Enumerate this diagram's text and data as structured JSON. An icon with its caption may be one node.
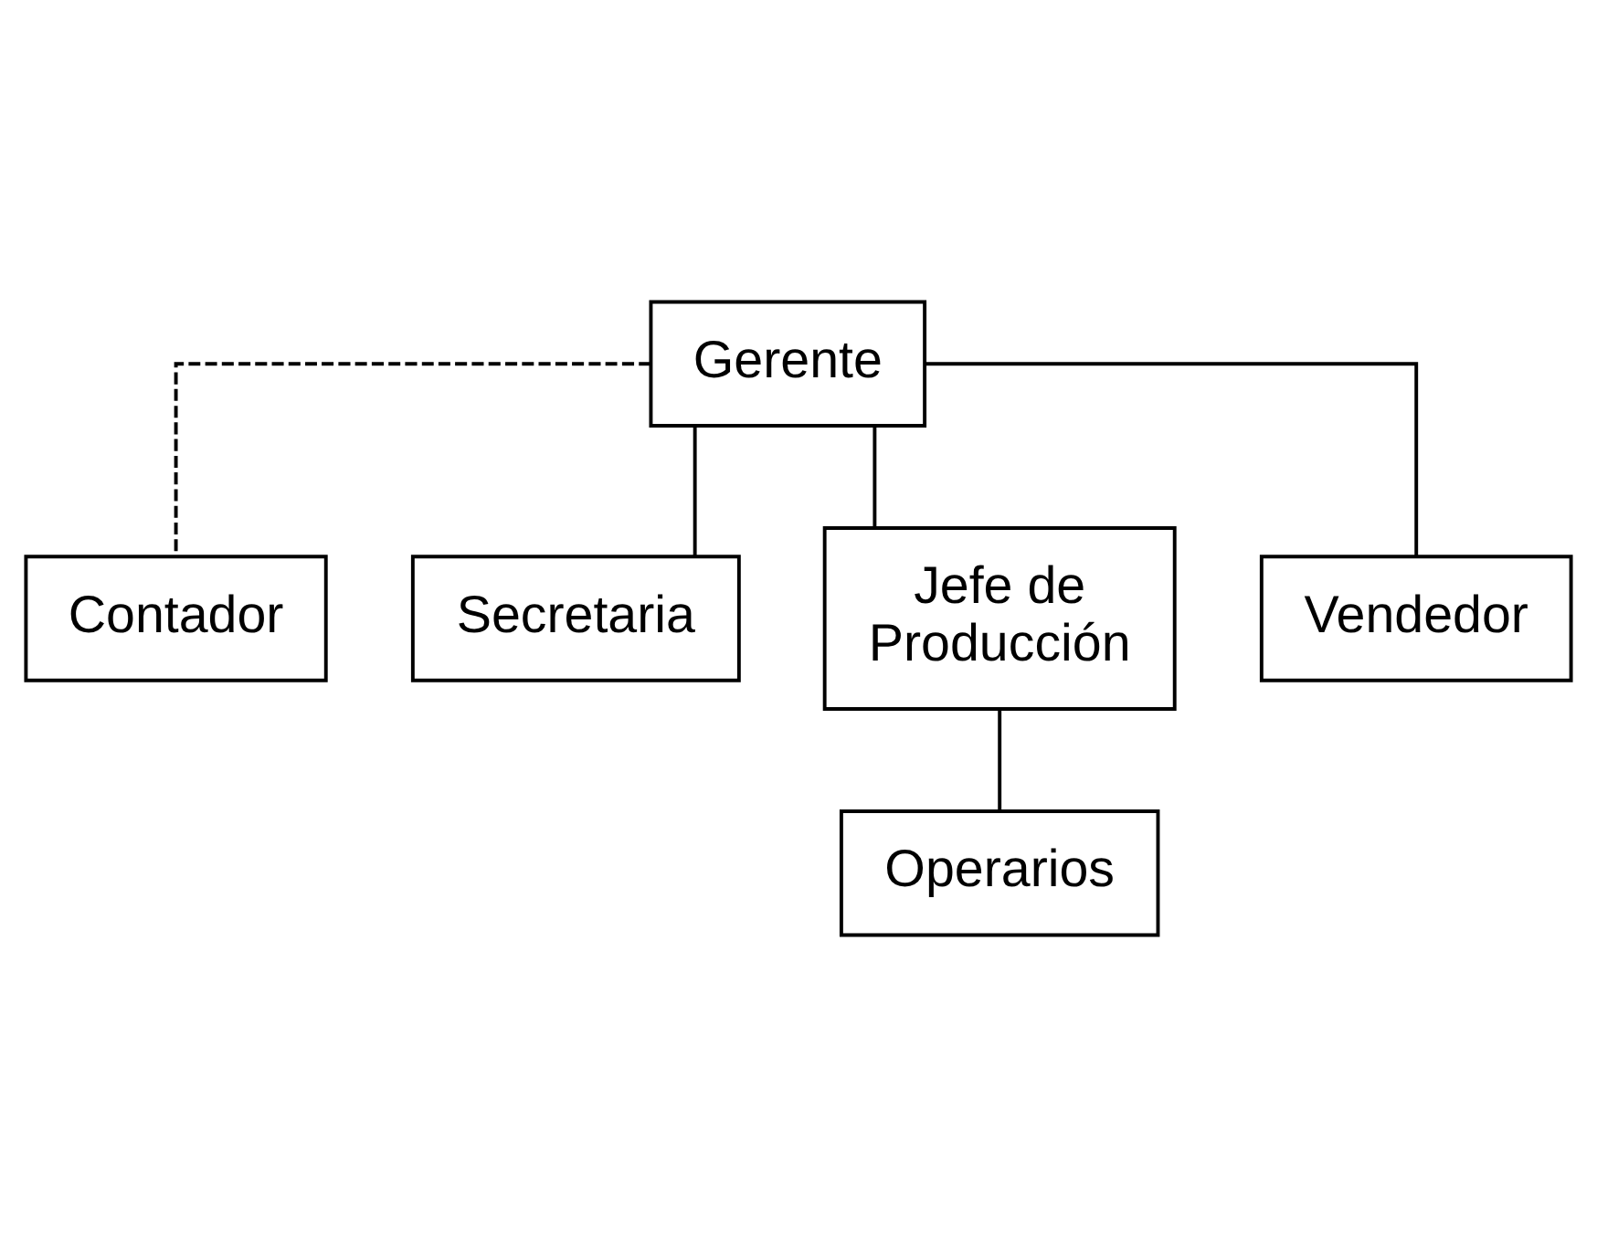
{
  "diagram": {
    "nodes": [
      {
        "text": [
          "Gerente"
        ]
      },
      {
        "text": [
          "Contador"
        ]
      },
      {
        "text": [
          "Secretaria"
        ]
      },
      {
        "text": [
          "Jefe de Producción"
        ]
      },
      {
        "text": [
          "Vendedor"
        ]
      },
      {
        "text": [
          "Operarios"
        ]
      }
    ],
    "edges": [
      {
        "from": 0,
        "to": 1,
        "arrow": "none",
        "style": "dashed"
      },
      {
        "from": 0,
        "to": 2,
        "arrow": "none"
      },
      {
        "from": 0,
        "to": 3,
        "arrow": "none"
      },
      {
        "from": 0,
        "to": 4,
        "arrow": "none"
      },
      {
        "from": 3,
        "to": 5,
        "arrow": "none"
      }
    ]
  }
}
